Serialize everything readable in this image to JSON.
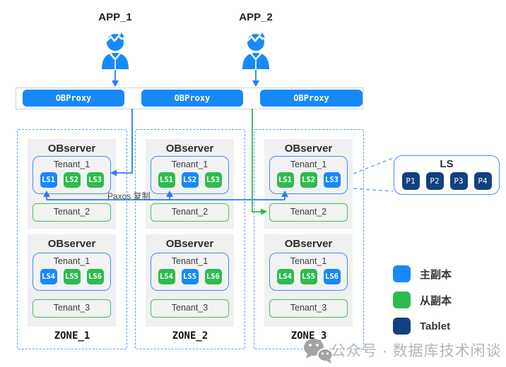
{
  "apps": [
    {
      "label": "APP_1"
    },
    {
      "label": "APP_2"
    }
  ],
  "proxies": [
    "OBProxy",
    "OBProxy",
    "OBProxy"
  ],
  "paxos_label": "Paxos 复制",
  "zones": [
    {
      "name": "ZONE_1",
      "servers": [
        {
          "title": "OBserver",
          "tenants": [
            {
              "name": "Tenant_1",
              "ls": [
                {
                  "label": "LS1",
                  "role": "primary",
                  "color": "#1789fa"
                },
                {
                  "label": "LS2",
                  "role": "follower",
                  "color": "#2dbb4e"
                },
                {
                  "label": "LS3",
                  "role": "follower",
                  "color": "#2dbb4e"
                }
              ]
            },
            {
              "name": "Tenant_2"
            }
          ]
        },
        {
          "title": "OBserver",
          "tenants": [
            {
              "name": "Tenant_1",
              "ls": [
                {
                  "label": "LS4",
                  "role": "primary",
                  "color": "#1789fa"
                },
                {
                  "label": "LS5",
                  "role": "follower",
                  "color": "#2dbb4e"
                },
                {
                  "label": "LS6",
                  "role": "follower",
                  "color": "#2dbb4e"
                }
              ]
            },
            {
              "name": "Tenant_3"
            }
          ]
        }
      ]
    },
    {
      "name": "ZONE_2",
      "servers": [
        {
          "title": "OBserver",
          "tenants": [
            {
              "name": "Tenant_1",
              "ls": [
                {
                  "label": "LS1",
                  "role": "follower",
                  "color": "#2dbb4e"
                },
                {
                  "label": "LS2",
                  "role": "primary",
                  "color": "#1789fa"
                },
                {
                  "label": "LS3",
                  "role": "follower",
                  "color": "#2dbb4e"
                }
              ]
            },
            {
              "name": "Tenant_2"
            }
          ]
        },
        {
          "title": "OBserver",
          "tenants": [
            {
              "name": "Tenant_1",
              "ls": [
                {
                  "label": "LS4",
                  "role": "follower",
                  "color": "#2dbb4e"
                },
                {
                  "label": "LS5",
                  "role": "primary",
                  "color": "#1789fa"
                },
                {
                  "label": "LS6",
                  "role": "follower",
                  "color": "#2dbb4e"
                }
              ]
            },
            {
              "name": "Tenant_3"
            }
          ]
        }
      ]
    },
    {
      "name": "ZONE_3",
      "servers": [
        {
          "title": "OBserver",
          "tenants": [
            {
              "name": "Tenant_1",
              "ls": [
                {
                  "label": "LS1",
                  "role": "follower",
                  "color": "#2dbb4e"
                },
                {
                  "label": "LS2",
                  "role": "follower",
                  "color": "#2dbb4e"
                },
                {
                  "label": "LS3",
                  "role": "primary",
                  "color": "#1789fa"
                }
              ]
            },
            {
              "name": "Tenant_2"
            }
          ]
        },
        {
          "title": "OBserver",
          "tenants": [
            {
              "name": "Tenant_1",
              "ls": [
                {
                  "label": "LS4",
                  "role": "follower",
                  "color": "#2dbb4e"
                },
                {
                  "label": "LS5",
                  "role": "follower",
                  "color": "#2dbb4e"
                },
                {
                  "label": "LS6",
                  "role": "primary",
                  "color": "#1789fa"
                }
              ]
            },
            {
              "name": "Tenant_3"
            }
          ]
        }
      ]
    }
  ],
  "ls_detail": {
    "title": "LS",
    "tablets": [
      "P1",
      "P2",
      "P3",
      "P4"
    ],
    "tablet_color": "#12417f"
  },
  "legend": {
    "items": [
      {
        "label": "主副本",
        "color": "#1789fa"
      },
      {
        "label": "从副本",
        "color": "#2dbb4e"
      },
      {
        "label": "Tablet",
        "color": "#12417f"
      }
    ]
  },
  "watermark": {
    "text": "公众号 · 数据库技术闲谈"
  },
  "colors": {
    "arrow_blue": "#2b7bf3",
    "arrow_green": "#2dbb4e",
    "dashed_link": "#66a1f7",
    "person_icon": "#1789fa",
    "watermark_gray": "#a3a3a3"
  }
}
